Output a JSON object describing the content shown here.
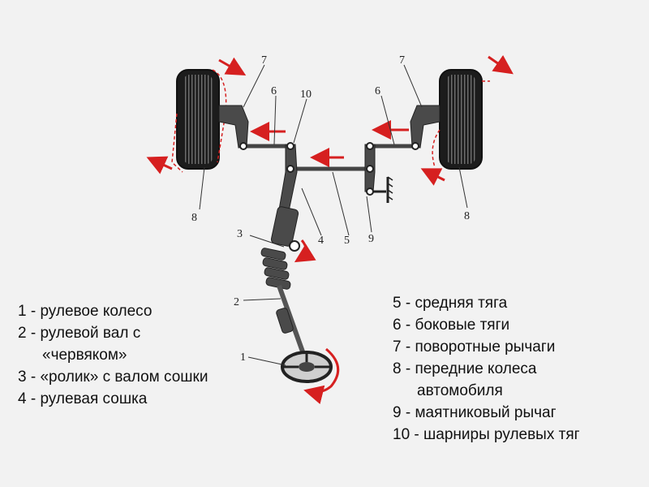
{
  "callouts": {
    "n7_left": "7",
    "n7_right": "7",
    "n6_left": "6",
    "n6_right": "6",
    "n10": "10",
    "n8_left": "8",
    "n8_right": "8",
    "n3": "3",
    "n4": "4",
    "n5": "5",
    "n9": "9",
    "n2": "2",
    "n1": "1"
  },
  "legend_left": [
    {
      "line1": "1 - рулевое колесо"
    },
    {
      "line1": "2 - рулевой вал с",
      "line2": "«червяком»"
    },
    {
      "line1": "3 - «ролик» с валом сошки"
    },
    {
      "line1": "4 - рулевая сошка"
    }
  ],
  "legend_right": [
    {
      "line1": "5 - средняя тяга"
    },
    {
      "line1": "6 - боковые тяги"
    },
    {
      "line1": "7 - поворотные рычаги"
    },
    {
      "line1": "8 - передние колеса",
      "line2": "автомобиля"
    },
    {
      "line1": "9 - маятниковый рычаг"
    },
    {
      "line1": "10 - шарниры рулевых тяг"
    }
  ],
  "colors": {
    "background": "#f2f2f2",
    "tire": "#1c1c1c",
    "tread": "#8a8a8a",
    "steel": "#4a4a4a",
    "arrow": "#d62020",
    "text": "#111111"
  }
}
